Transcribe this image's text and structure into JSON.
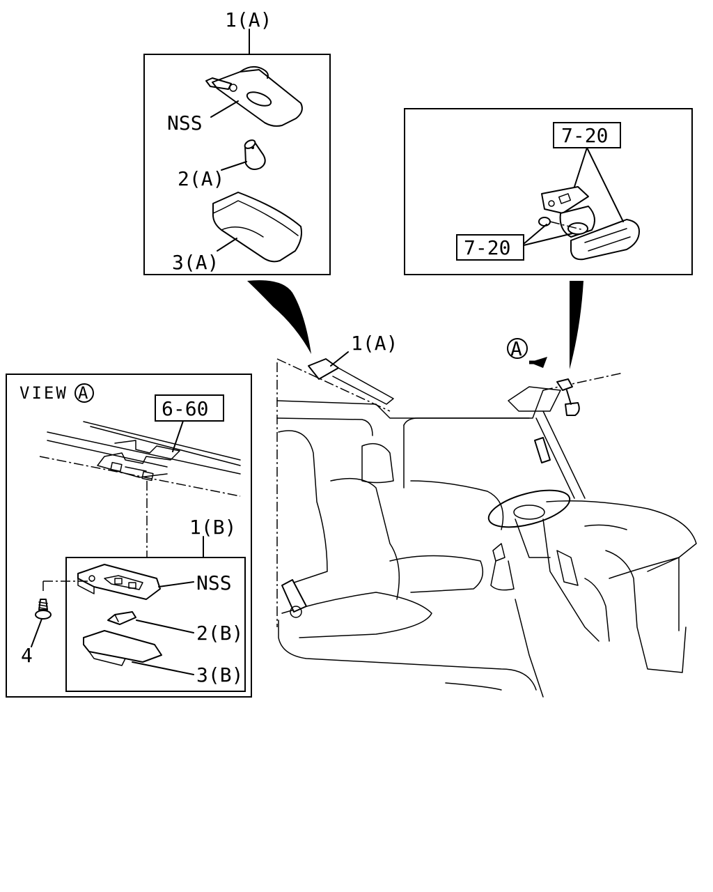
{
  "callouts": {
    "a1_top": "1(A)",
    "nss_a": "NSS",
    "a2": "2(A)",
    "a3": "3(A)",
    "a1_cab": "1(A)",
    "circle_a": "A",
    "ref_720_top": "7-20",
    "ref_720_bottom": "7-20",
    "view_label": "VIEW",
    "view_circle": "A",
    "ref_660": "6-60",
    "b1": "1(B)",
    "nss_b": "NSS",
    "b2": "2(B)",
    "b3": "3(B)",
    "part4": "4"
  }
}
